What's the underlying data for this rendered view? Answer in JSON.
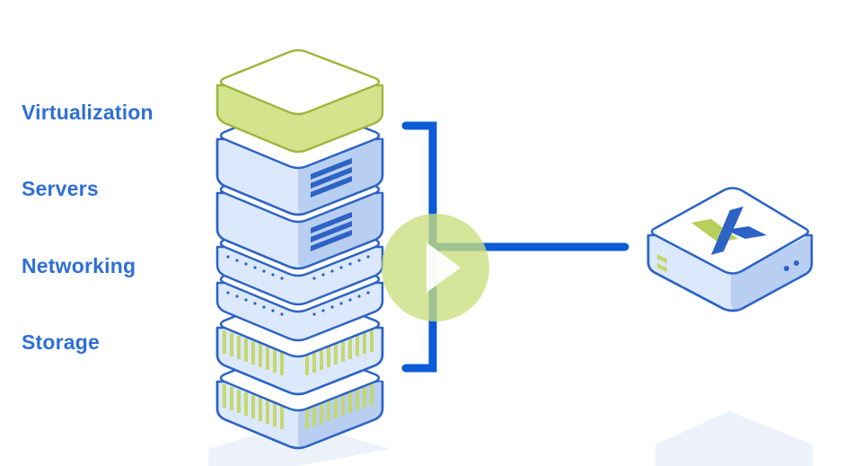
{
  "layers": [
    {
      "id": "virtualization",
      "label": "Virtualization"
    },
    {
      "id": "servers",
      "label": "Servers"
    },
    {
      "id": "networking",
      "label": "Networking"
    },
    {
      "id": "storage",
      "label": "Storage"
    }
  ],
  "colors": {
    "label_blue": "#2f6fd6",
    "outline_blue": "#2c63c5",
    "bracket_blue": "#0b5bd6",
    "face_light": "#dce8fb",
    "side_light": "#b9cff2",
    "top_white": "#ffffff",
    "lime": "#c5d86d",
    "lime_dark": "#9fb63f",
    "play_green": "#c9df7f",
    "shadow": "#edf2fa"
  },
  "icons": {
    "play": "play-icon",
    "hci_logo": "x-logo-icon"
  }
}
